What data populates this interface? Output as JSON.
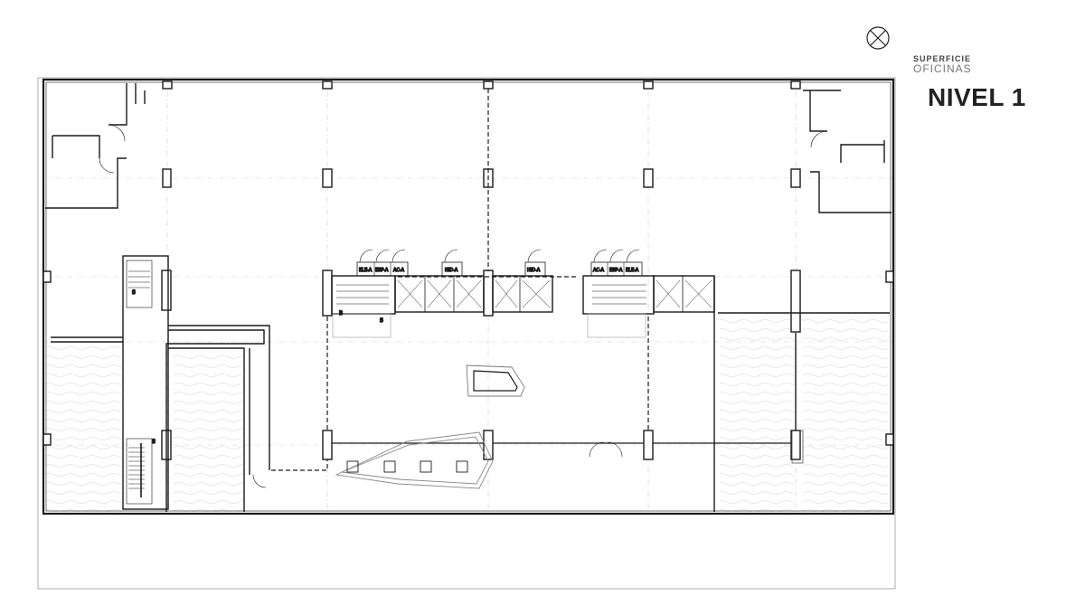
{
  "header": {
    "superficie": "SUPERFICIE",
    "oficinas": "OFICINAS",
    "nivel": "NIVEL 1"
  },
  "colors": {
    "line": "#1a1a1a",
    "grid": "#c8c8c8",
    "hatch": "#d0d0d0"
  },
  "icons": {
    "compass": "north-compass-icon"
  },
  "core_left_labels": [
    "ELE-A",
    "ESP-A",
    "AC-A"
  ],
  "core_center_labels": [
    "HID-A",
    "HID-A"
  ],
  "core_right_labels": [
    "AC-A",
    "ESP-A",
    "ELE-A"
  ],
  "stair_marks": [
    "S",
    "B",
    "S",
    "S"
  ]
}
